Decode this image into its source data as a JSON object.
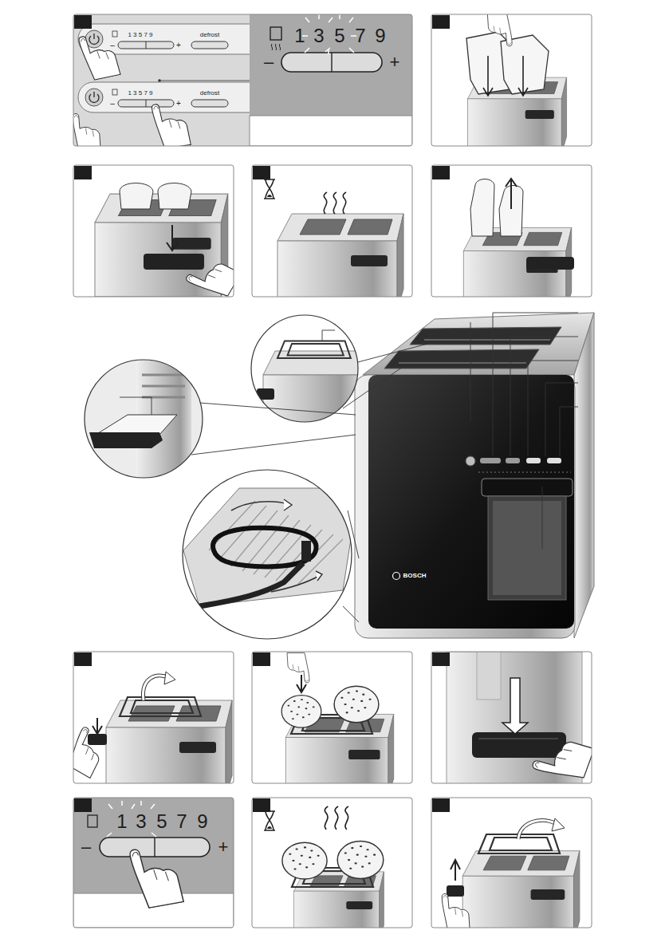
{
  "diagram": {
    "labels": [
      "1 3 5 7 9",
      "–",
      "+",
      "defrost",
      "1 3 5 7 9",
      "–",
      "+",
      "defrost",
      "1",
      "3",
      "5",
      "7",
      "9",
      "–",
      "+",
      "BOSCH",
      "1",
      "3",
      "5",
      "7",
      "9",
      "–",
      "+"
    ]
  }
}
